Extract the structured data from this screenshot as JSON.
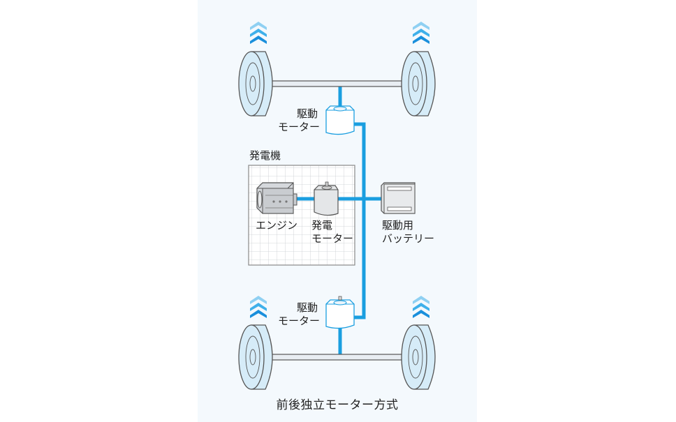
{
  "diagram": {
    "title": "前後独立モーター方式",
    "colors": {
      "power_line": "#1a9ee0",
      "panel_bg": "#f4f9fd",
      "wheel_fill": "#d6ecf8",
      "arrow_light": "#8fd0f2",
      "arrow_mid": "#3fb0ea",
      "arrow_dark": "#1a8fdc",
      "outline": "#555555"
    },
    "components": {
      "front_drive_motor": {
        "label_line1": "駆動",
        "label_line2": "モーター"
      },
      "rear_drive_motor": {
        "label_line1": "駆動",
        "label_line2": "モーター"
      },
      "generator_group": {
        "label": "発電機"
      },
      "engine": {
        "label": "エンジン"
      },
      "generator_motor": {
        "label_line1": "発電",
        "label_line2": "モーター"
      },
      "drive_battery": {
        "label_line1": "駆動用",
        "label_line2": "バッテリー"
      }
    }
  }
}
